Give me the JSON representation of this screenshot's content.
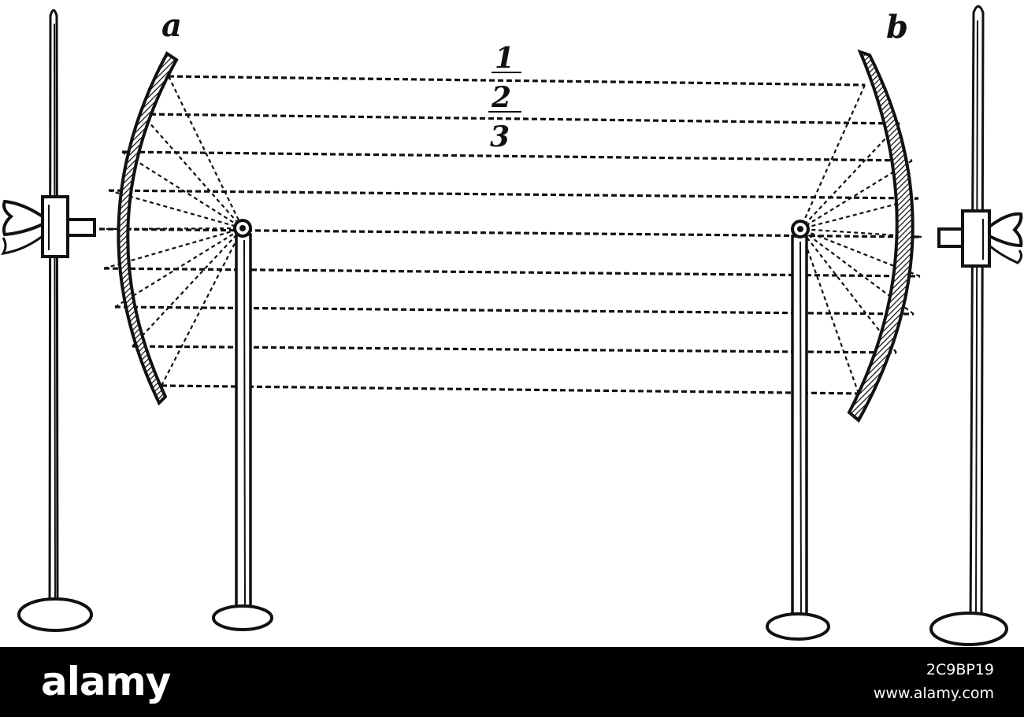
{
  "figure": {
    "mirror_labels": {
      "a": "a",
      "b": "b"
    },
    "ray_labels": [
      "1",
      "2",
      "3"
    ],
    "ink_color": "#111111"
  },
  "footer": {
    "logo": "alamy",
    "image_id": "2C9BP19",
    "site": "www.alamy.com",
    "background": "#000000",
    "text_color": "#ffffff"
  }
}
